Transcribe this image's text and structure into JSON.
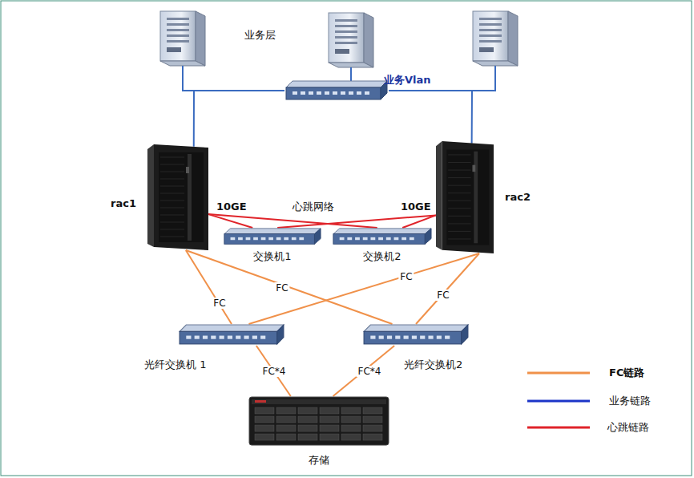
{
  "diagram": {
    "nodes": [
      {
        "text": [
          "业务Vlan"
        ]
      },
      {
        "text": [
          "rac1"
        ]
      },
      {
        "text": [
          "rac2"
        ]
      },
      {
        "text": [
          "交换机1"
        ]
      },
      {
        "text": [
          "交换机2"
        ]
      },
      {
        "text": [
          "光纤交换机 1"
        ]
      },
      {
        "text": [
          "光纤交换机2"
        ]
      },
      {
        "text": [
          "存储"
        ]
      }
    ],
    "edges": [
      {
        "from": 1,
        "to": 0,
        "arrow": "none"
      },
      {
        "from": 2,
        "to": 0,
        "arrow": "none"
      },
      {
        "from": 1,
        "to": 3,
        "arrow": "none"
      },
      {
        "from": 1,
        "to": 4,
        "arrow": "none"
      },
      {
        "from": 2,
        "to": 3,
        "arrow": "none"
      },
      {
        "from": 2,
        "to": 4,
        "arrow": "none"
      },
      {
        "from": 1,
        "to": 5,
        "label": "FC",
        "arrow": "none"
      },
      {
        "from": 1,
        "to": 6,
        "label": "FC",
        "arrow": "none"
      },
      {
        "from": 2,
        "to": 5,
        "label": "FC",
        "arrow": "none"
      },
      {
        "from": 2,
        "to": 6,
        "label": "FC",
        "arrow": "none"
      },
      {
        "from": 5,
        "to": 7,
        "label": "FC*4",
        "arrow": "none"
      },
      {
        "from": 6,
        "to": 7,
        "label": "FC*4",
        "arrow": "none"
      }
    ],
    "labels": [
      "业务层",
      "10GE",
      "10GE",
      "心跳网络"
    ],
    "legend": [
      {
        "text": "FC链路"
      },
      {
        "text": "业务链路"
      },
      {
        "text": "心跳链路"
      }
    ]
  }
}
